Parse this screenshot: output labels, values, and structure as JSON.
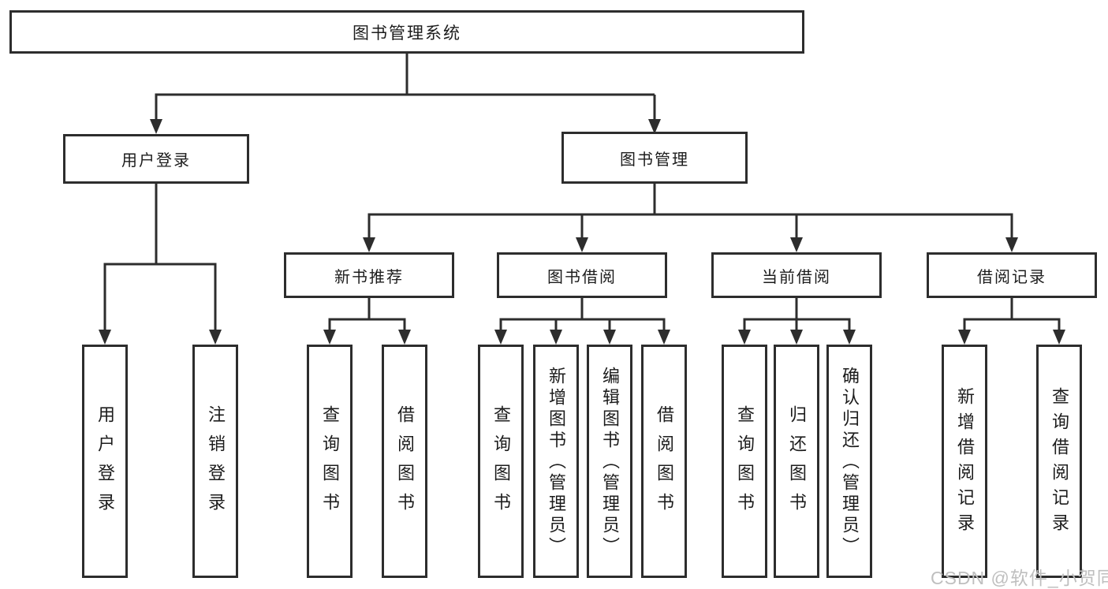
{
  "tree": {
    "label": "图书管理系统",
    "children": [
      {
        "label": "用户登录",
        "children": [
          {
            "label": "用户登录"
          },
          {
            "label": "注销登录"
          }
        ]
      },
      {
        "label": "图书管理",
        "children": [
          {
            "label": "新书推荐",
            "children": [
              {
                "label": "查询图书"
              },
              {
                "label": "借阅图书"
              }
            ]
          },
          {
            "label": "图书借阅",
            "children": [
              {
                "label": "查询图书"
              },
              {
                "label": "新增图书（管理员）"
              },
              {
                "label": "编辑图书（管理员）"
              },
              {
                "label": "借阅图书"
              }
            ]
          },
          {
            "label": "当前借阅",
            "children": [
              {
                "label": "查询图书"
              },
              {
                "label": "归还图书"
              },
              {
                "label": "确认归还（管理员）"
              }
            ]
          },
          {
            "label": "借阅记录",
            "children": [
              {
                "label": "新增借阅记录"
              },
              {
                "label": "查询借阅记录"
              }
            ]
          }
        ]
      }
    ]
  },
  "watermark": "CSDN @软件_小贺同学",
  "colors": {
    "line": "#2d2d2d",
    "text": "#1c1c1c",
    "watermark": "#bfbfbf",
    "background": "#ffffff"
  }
}
